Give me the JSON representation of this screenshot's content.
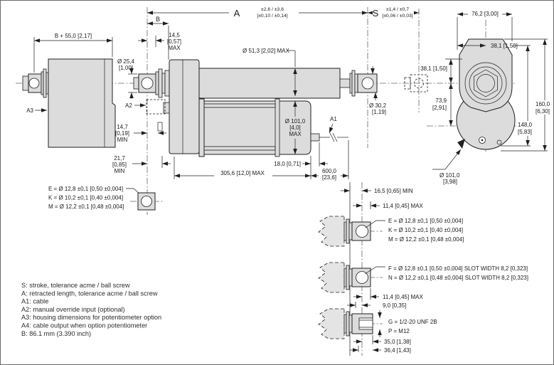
{
  "colors": {
    "body_fill": "#dcdcdc",
    "line": "#1f1f1f",
    "background": "#ffffff"
  },
  "top_dims": {
    "a": "A",
    "a_tol_mm": "±2,6 / ±3,6",
    "a_tol_in": "[±0,10 / ±0,14]",
    "s": "S",
    "s_tol_mm": "±1,4 / ±0,7",
    "s_tol_in": "[±0,06 / ±0,03]",
    "b": "B",
    "b_plus_55": "B + 55,0 [2,17]",
    "d14_5": {
      "l1": "14,5",
      "l2": "[0,57]",
      "l3": "MAX"
    },
    "d76_2": "76,2 [3,00]",
    "d38_1": "38,1 [1,50]"
  },
  "main_dims": {
    "d25_4": {
      "l1": "Ø 25,4",
      "l2": "[1,00]"
    },
    "d51_3": "Ø 51,3 [2,02] MAX",
    "d101": {
      "l1": "Ø 101,0",
      "l2": "[4,0]",
      "l3": "MAX"
    },
    "d30_2": {
      "l1": "Ø 30,2",
      "l2": "[1,19]"
    },
    "d14_7": {
      "l1": "14,7",
      "l2": "[0,19]",
      "l3": "MIN"
    },
    "d21_7": {
      "l1": "21,7",
      "l2": "[0,85]",
      "l3": "MIN"
    },
    "d18": "18,0 [0,71]",
    "d305": "305,6 [12,0] MAX",
    "d600": {
      "l1": "600,0",
      "l2": "[23,6]"
    },
    "d16_5": "16,5 [0,65] MIN",
    "d11_4": "11,4 [0,45] MAX",
    "d9": "9,0 [0,35]",
    "d35": "35,0 [1,38]",
    "d36_4": "36,4 [1,43]"
  },
  "end_view_dims": {
    "d73_9": {
      "l1": "73,9",
      "l2": "[2,91]"
    },
    "d160": {
      "l1": "160,0",
      "l2": "[6,30]"
    },
    "d148": {
      "l1": "148,0",
      "l2": "[5,83]"
    },
    "d101_end": {
      "l1": "Ø 101,0",
      "l2": "[3,98]"
    }
  },
  "callouts": {
    "a1": "A1",
    "a2": "A2",
    "a3": "A3"
  },
  "rod_ends": {
    "ekm": {
      "e": "E = Ø 12,8 ±0,1 [0,50 ±0,004]",
      "k": "K = Ø 10,2 ±0,1 [0,40 ±0,004]",
      "m": "M = Ø 12,2 ±0,1 [0,48 ±0,004]"
    },
    "fn": {
      "f": "F = Ø 12,8 ±0,1 [0,50 ±0,004] SLOT WIDTH 8,2 [0,323]",
      "n": "N = Ø 12,2 ±0,1 [0,48 ±0,004] SLOT WIDTH 8,2 [0,323]"
    },
    "gp": {
      "g": "G = 1/2-20 UNF 2B",
      "p": "P = M12"
    }
  },
  "legend": {
    "lines": [
      "S: stroke, tolerance acme / ball screw",
      "A: retracted length, tolerance acme / ball screw",
      "A1: cable",
      "A2: manual override input (optional)",
      "A3: housing dimensions for potentiometer option",
      "A4: cable output when option potentiometer",
      "B: 86.1 mm (3.390 inch)"
    ]
  }
}
